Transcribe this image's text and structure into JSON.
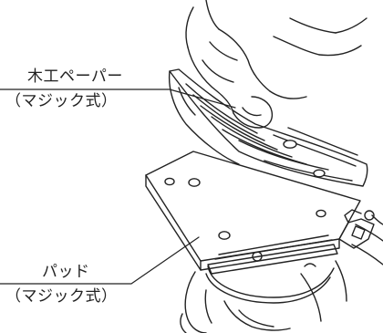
{
  "labels": {
    "sandpaper": {
      "name": "木工ペーパー",
      "type": "（マジック式）"
    },
    "pad": {
      "name": "パッド",
      "type": "（マジック式）"
    }
  },
  "colors": {
    "line": "#222222",
    "background": "#ffffff"
  }
}
